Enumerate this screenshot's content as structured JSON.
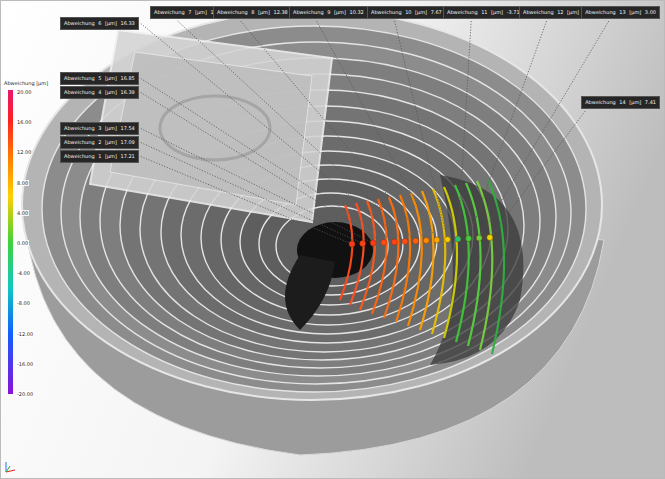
{
  "diagram": {
    "nodes": [
      {
        "text": [
          "Abweichung 1 [µm] 17.21"
        ]
      },
      {
        "text": [
          "Abweichung 2 [µm] 17.09"
        ]
      },
      {
        "text": [
          "Abweichung 3 [µm] 17.54"
        ]
      },
      {
        "text": [
          "Abweichung 4 [µm] 16.39"
        ]
      },
      {
        "text": [
          "Abweichung 5 [µm] 16.85"
        ]
      },
      {
        "text": [
          "Abweichung 6 [µm] 16.33"
        ]
      },
      {
        "text": [
          "Abweichung 7 [µm] 15.33"
        ]
      },
      {
        "text": [
          "Abweichung 8 [µm] 12.38"
        ]
      },
      {
        "text": [
          "Abweichung 9 [µm] 10.32"
        ]
      },
      {
        "text": [
          "Abweichung 10 [µm] 7.67"
        ]
      },
      {
        "text": [
          "Abweichung 11 [µm] -3.71"
        ]
      },
      {
        "text": [
          "Abweichung 12 [µm] 1.57"
        ]
      },
      {
        "text": [
          "Abweichung 13 [µm] 3.00"
        ]
      },
      {
        "text": [
          "Abweichung 14 [µm] 7.41"
        ]
      }
    ],
    "labels": [
      "Abweichung [µm]",
      "20.00",
      "16.00",
      "12.00",
      "8.00",
      "4.00",
      "0.00",
      "-4.00",
      "-8.00",
      "-12.00",
      "-16.00",
      "-20.00"
    ]
  }
}
